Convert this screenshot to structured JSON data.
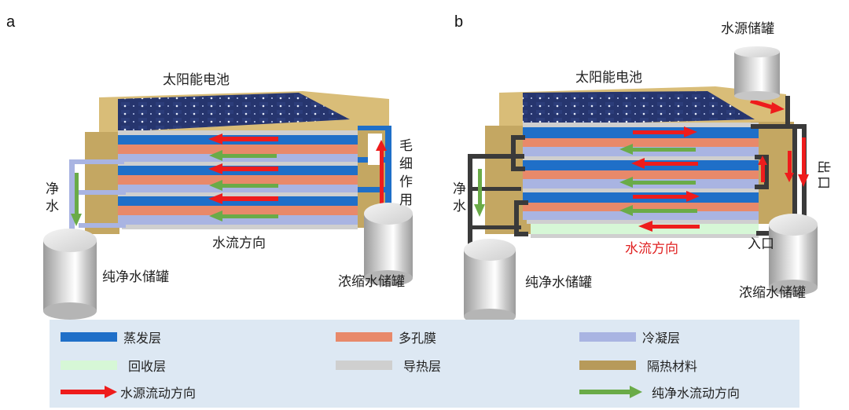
{
  "panels": {
    "a": {
      "letter": "a",
      "solar_label": "太阳能电池",
      "capillary_label": [
        "毛",
        "细",
        "作",
        "用"
      ],
      "pure_water_label": [
        "净",
        "水"
      ],
      "flow_label": "水流方向",
      "pure_tank_label": "纯净水储罐",
      "conc_tank_label": "浓缩水储罐"
    },
    "b": {
      "letter": "b",
      "solar_label": "太阳能电池",
      "source_tank_label": "水源储罐",
      "outlet_label": [
        "出",
        "口"
      ],
      "inlet_label": "入口",
      "pure_water_label": [
        "净",
        "水"
      ],
      "flow_label": "水流方向",
      "pure_tank_label": "纯净水储罐",
      "conc_tank_label": "浓缩水储罐"
    }
  },
  "legend": {
    "items": [
      {
        "label": "蒸发层",
        "color": "#1f6fc8",
        "kind": "swatch"
      },
      {
        "label": "多孔膜",
        "color": "#e8896a",
        "kind": "swatch"
      },
      {
        "label": "冷凝层",
        "color": "#a9b4e2",
        "kind": "swatch"
      },
      {
        "label": "回收层",
        "color": "#d6f7d6",
        "kind": "swatch"
      },
      {
        "label": "导热层",
        "color": "#cfcfcf",
        "kind": "swatch"
      },
      {
        "label": "隔热材料",
        "color": "#b79a5a",
        "kind": "swatch"
      },
      {
        "label": "水源流动方向",
        "color": "#ee1c1c",
        "kind": "arrow"
      },
      {
        "label": "纯净水流动方向",
        "color": "#6aab48",
        "kind": "arrow"
      }
    ]
  },
  "colors": {
    "evaporation": "#1f6fc8",
    "membrane": "#e8896a",
    "condensation": "#a9b4e2",
    "recovery": "#d6f7d6",
    "conduction": "#cfcfcf",
    "insulation": "#c7aa66",
    "insulation_dark": "#b0924f",
    "solar": "#1f2f66",
    "red_arrow": "#ee1c1c",
    "green_arrow": "#6aab48",
    "pipe_dark": "#3a3a3a"
  }
}
